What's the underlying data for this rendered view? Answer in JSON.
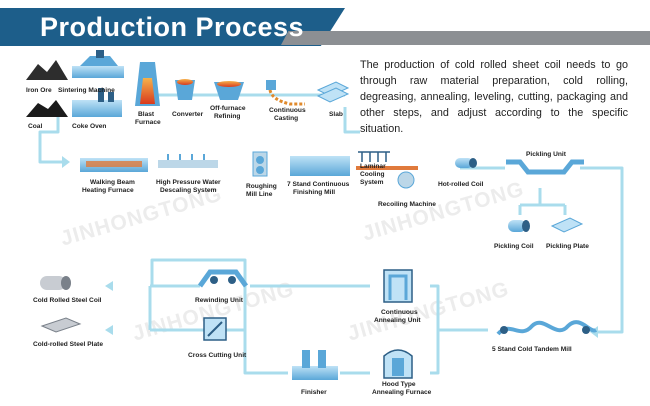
{
  "header": {
    "title": "Production Process"
  },
  "description": "The production of cold rolled sheet coil needs to go through raw material preparation, cold rolling, degreasing, annealing, leveling, cutting, packaging and other steps, and adjust according to the specific situation.",
  "watermark": "JINHONGTONG",
  "labels": {
    "iron_ore": "Iron Ore",
    "sintering_machine": "Sintering Machine",
    "coal": "Coal",
    "coke_oven": "Coke Oven",
    "blast_furnace": [
      "Blast",
      "Furnace"
    ],
    "converter": "Converter",
    "off_furnace_refining": [
      "Off-furnace",
      "Refining"
    ],
    "continuous_casting": [
      "Continuous",
      "Casting"
    ],
    "slab": "Slab",
    "walking_beam": [
      "Walking Beam",
      "Heating Furnace"
    ],
    "hp_water_descaling": [
      "High Pressure Water",
      "Descaling System"
    ],
    "roughing_mill": [
      "Roughing",
      "Mill Line"
    ],
    "finishing_mill": [
      "7 Stand Continuous",
      "Finishing Mill"
    ],
    "laminar_cooling": [
      "Laminar",
      "Cooling",
      "System"
    ],
    "recoiling_machine": "Recoiling Machine",
    "hot_rolled_coil": "Hot-rolled Coil",
    "pickling_unit": "Pickling Unit",
    "pickling_coil": "Pickling Coil",
    "pickling_plate": "Pickling Plate",
    "cold_rolled_steel_coil": "Cold Rolled Steel Coil",
    "cold_rolled_steel_plate": "Cold-rolled Steel Plate",
    "rewinding_unit": "Rewinding Unit",
    "cross_cutting_unit": "Cross Cutting Unit",
    "continuous_annealing": [
      "Continuous",
      "Annealing Unit"
    ],
    "cold_tandem_mill": "5 Stand Cold Tandem Mill",
    "hood_annealing": [
      "Hood Type",
      "Annealing Furnace"
    ],
    "finisher": "Finisher"
  },
  "colors": {
    "banner": "#1d5e8a",
    "stripe": "#8c8f93",
    "flow_line": "#a9dcec",
    "icon_blue": "#5aa7d8",
    "icon_dark": "#2d5f86",
    "hot": "#e0502c"
  }
}
